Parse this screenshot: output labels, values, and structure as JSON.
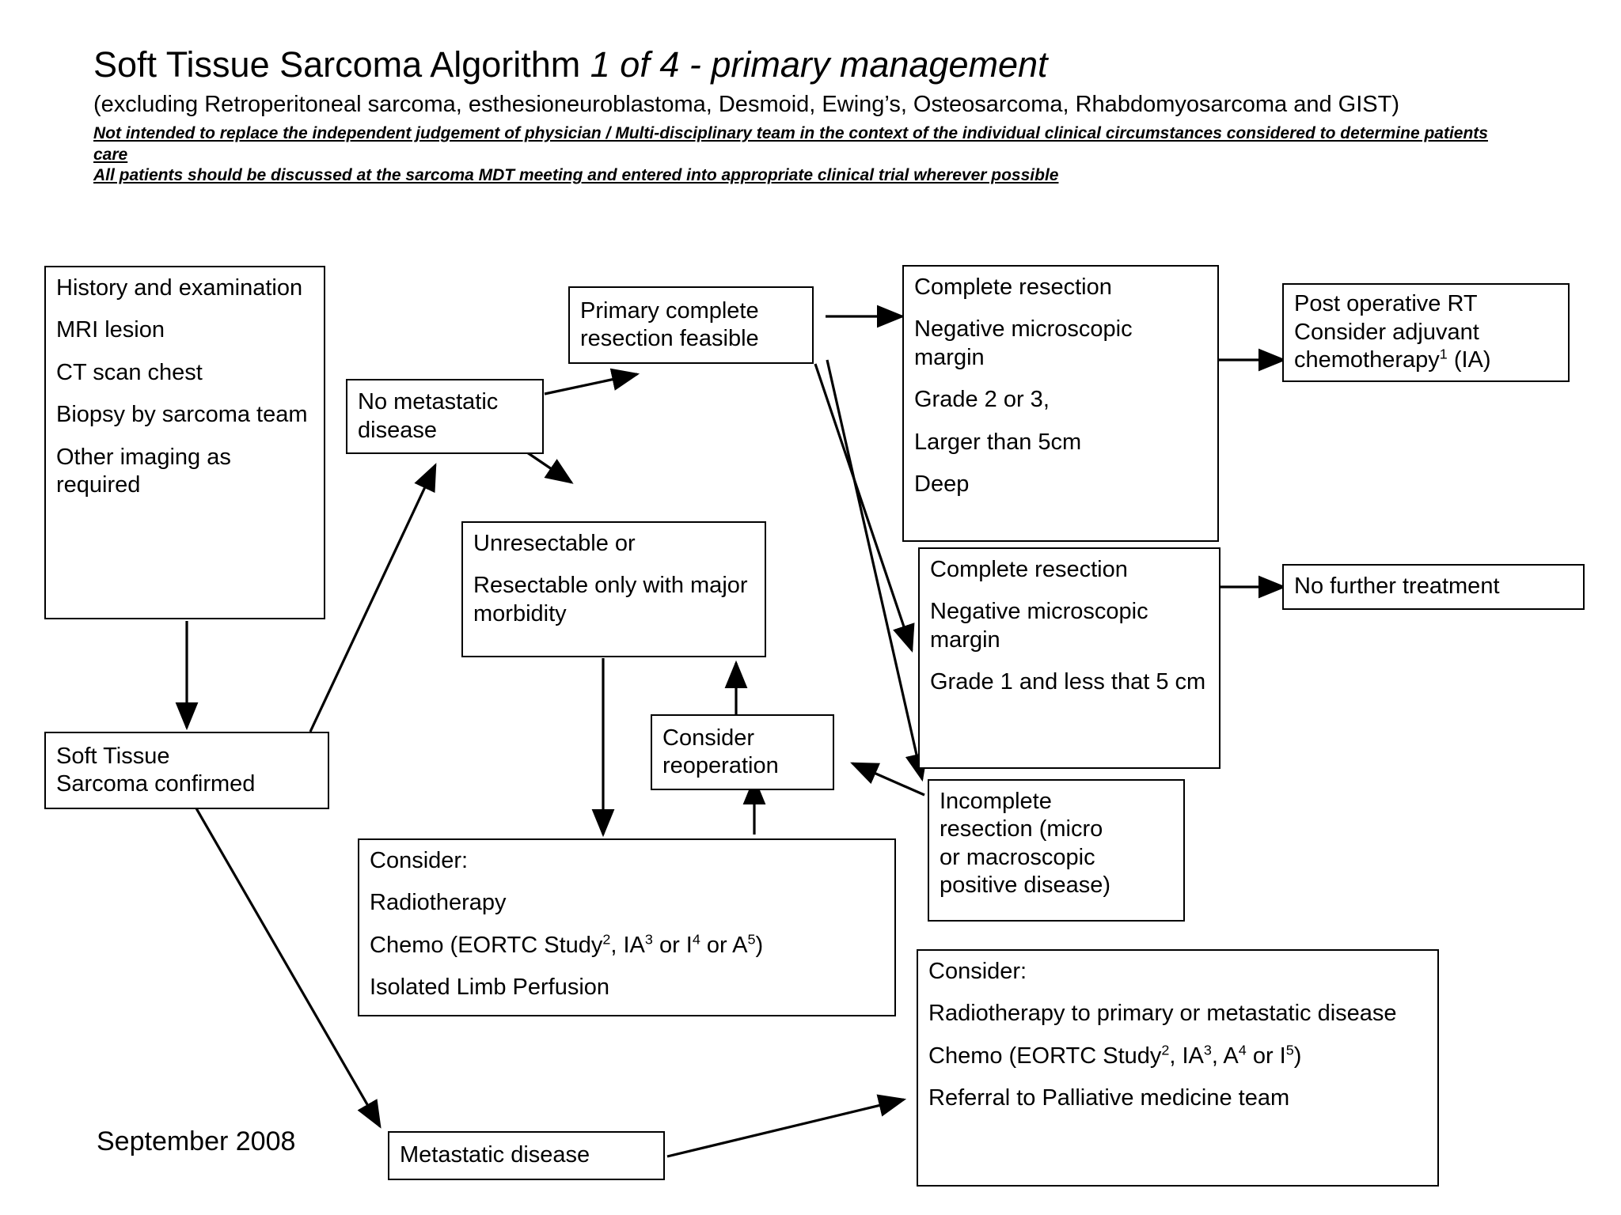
{
  "header": {
    "title_main": "Soft Tissue Sarcoma Algorithm ",
    "title_em": "1 of 4 - primary management",
    "subtitle": "(excluding Retroperitoneal sarcoma, esthesioneuroblastoma, Desmoid, Ewing’s, Osteosarcoma, Rhabdomyosarcoma and GIST)",
    "disclaimer_line1": "Not intended to replace the independent judgement of physician / Multi-disciplinary team in the context of the individual clinical circumstances considered to determine patients care",
    "disclaimer_line2": "All patients should be discussed at the sarcoma MDT meeting and entered into appropriate clinical trial wherever possible"
  },
  "date_stamp": "September 2008",
  "nodes": {
    "workup": {
      "lines": [
        "History and examination",
        "MRI lesion",
        "CT scan chest",
        "Biopsy by sarcoma team",
        "Other imaging as required"
      ]
    },
    "confirmed": {
      "lines": [
        "Soft Tissue",
        "Sarcoma confirmed"
      ]
    },
    "no_mets": {
      "lines": [
        "No metastatic",
        "disease"
      ]
    },
    "primary_resection": {
      "lines": [
        "Primary complete",
        "resection feasible"
      ]
    },
    "unresectable": {
      "lines": [
        "Unresectable or",
        "Resectable only with major morbidity"
      ]
    },
    "consider_reop": {
      "lines": [
        "Consider",
        "reoperation"
      ]
    },
    "complete_high": {
      "lines": [
        "Complete resection",
        "Negative microscopic margin",
        "Grade 2 or 3,",
        "Larger than 5cm",
        "Deep"
      ]
    },
    "complete_low": {
      "lines": [
        "Complete resection",
        "Negative microscopic margin",
        "Grade 1 and less that 5 cm"
      ]
    },
    "post_op": {
      "lines": [
        "Post operative RT",
        "Consider adjuvant"
      ],
      "chemo_prefix": "chemotherapy",
      "chemo_sup": "1",
      "chemo_suffix": " (IA)"
    },
    "no_further": {
      "label": "No further treatment"
    },
    "incomplete": {
      "lines": [
        "Incomplete",
        "resection (micro",
        "or macroscopic",
        "positive disease)"
      ]
    },
    "consider_local": {
      "heading": "Consider:",
      "radiotherapy": "Radiotherapy",
      "chemo_parts": [
        {
          "t": "Chemo (EORTC Study",
          "sup": "2"
        },
        {
          "t": ", IA",
          "sup": "3"
        },
        {
          "t": " or I",
          "sup": "4"
        },
        {
          "t": " or A",
          "sup": "5"
        },
        {
          "t": ")",
          "sup": ""
        }
      ],
      "ilp": "Isolated Limb Perfusion"
    },
    "metastatic": {
      "label": "Metastatic disease"
    },
    "consider_mets": {
      "heading": "Consider:",
      "radiotherapy": "Radiotherapy to primary or metastatic disease",
      "chemo_parts": [
        {
          "t": "Chemo (EORTC Study",
          "sup": "2"
        },
        {
          "t": ", IA",
          "sup": "3"
        },
        {
          "t": ", A",
          "sup": "4"
        },
        {
          "t": " or I",
          "sup": "5"
        },
        {
          "t": ")",
          "sup": ""
        }
      ],
      "referral": "Referral to Palliative medicine team"
    }
  },
  "colors": {
    "line": "#000000",
    "background": "#ffffff",
    "text": "#000000"
  }
}
